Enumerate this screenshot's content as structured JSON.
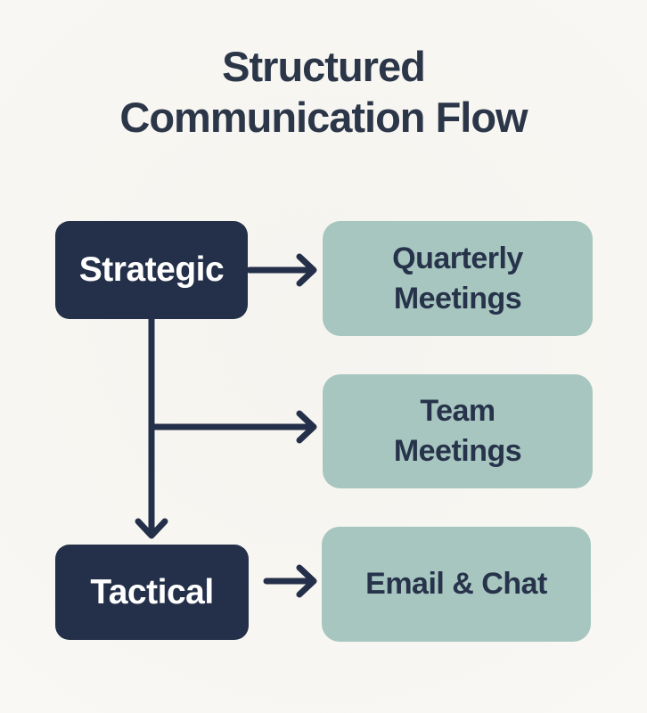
{
  "title": {
    "line1": "Structured",
    "line2": "Communication Flow"
  },
  "diagram": {
    "nodes": {
      "strategic": {
        "label": "Strategic",
        "style": "dark"
      },
      "tactical": {
        "label": "Tactical",
        "style": "dark"
      },
      "quarterly": {
        "line1": "Quarterly",
        "line2": "Meetings",
        "style": "teal"
      },
      "team": {
        "line1": "Team",
        "line2": "Meetings",
        "style": "teal"
      },
      "email": {
        "line1": "Email & Chat",
        "style": "teal"
      }
    },
    "edges": [
      {
        "from": "strategic",
        "to": "quarterly"
      },
      {
        "from": "strategic",
        "to": "team"
      },
      {
        "from": "strategic",
        "to": "tactical"
      },
      {
        "from": "tactical",
        "to": "email"
      }
    ],
    "colors": {
      "background": "#f7f5f1",
      "node_dark": "#243049",
      "node_teal": "#a7c6c0",
      "node_dark_text": "#ffffff",
      "node_teal_text": "#27334a",
      "arrow": "#243049",
      "title_text": "#2b3648"
    }
  }
}
